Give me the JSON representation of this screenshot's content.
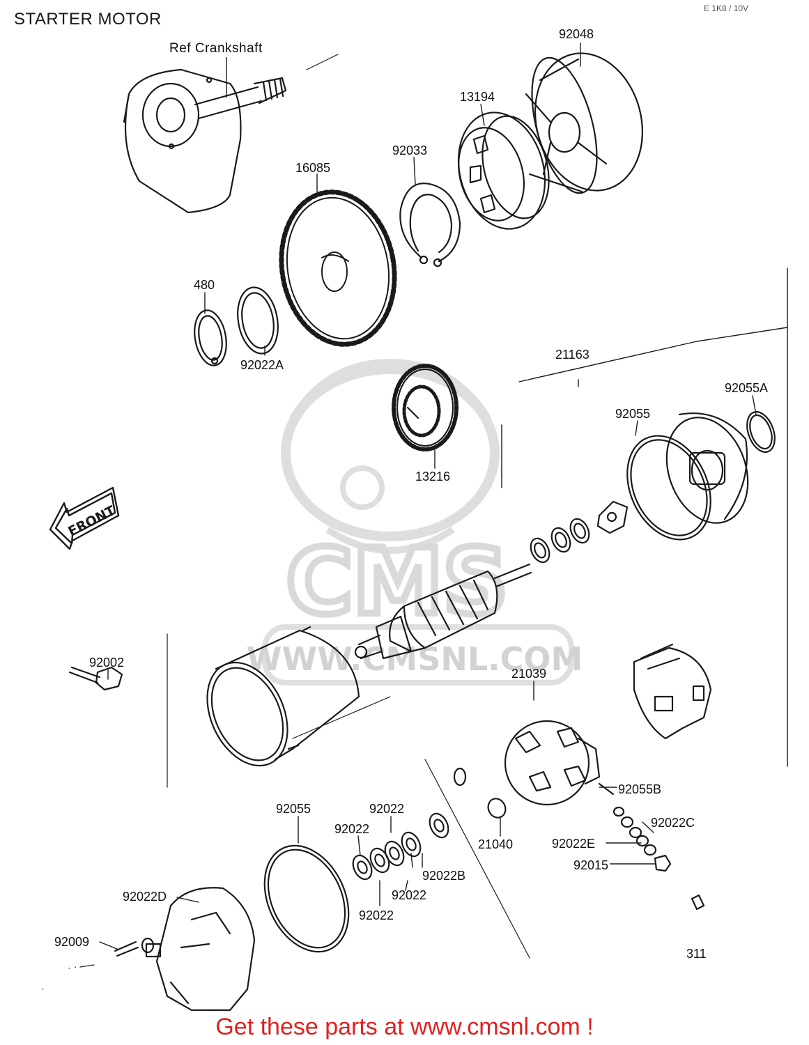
{
  "title": "STARTER MOTOR",
  "page_code": "E 1K8 / 10V",
  "reference_label": "Ref  Crankshaft",
  "front_label": "FRONT",
  "watermark": {
    "site": "WWW.CMSNL.COM",
    "logo_text": "CMS"
  },
  "footer_cta": "Get these parts at www.cmsnl.com !",
  "colors": {
    "line": "#1a1a1a",
    "watermark": "#d9d9d9",
    "cta": "#e02020"
  },
  "callouts": [
    "92048",
    "13194",
    "92033",
    "16085",
    "480",
    "92022A",
    "21163",
    "92055A",
    "92055",
    "13216",
    "92002",
    "21039",
    "92055B",
    "92022C",
    "92022E",
    "92015",
    "21040",
    "92055",
    "92022",
    "92022",
    "92022B",
    "92022",
    "92022",
    "92022D",
    "92009",
    "311"
  ]
}
